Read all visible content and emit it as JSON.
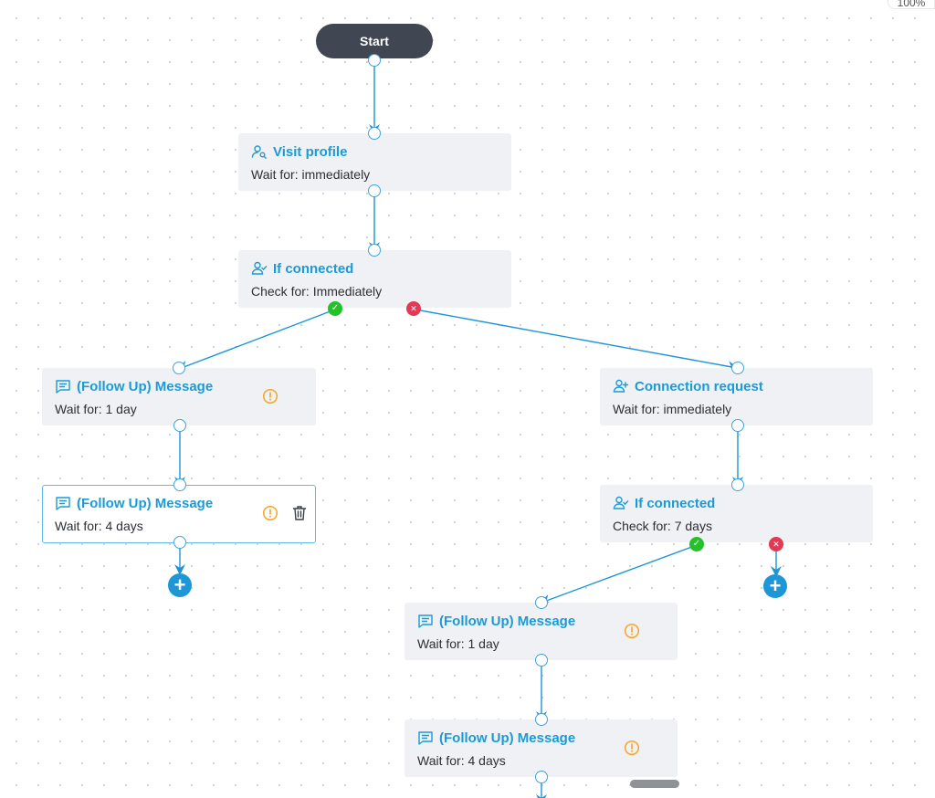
{
  "canvas": {
    "zoom_label": "100%"
  },
  "start": {
    "label": "Start"
  },
  "nodes": [
    {
      "title": "Visit profile",
      "sub": "Wait for: immediately",
      "icon": "user-search-icon"
    },
    {
      "title": "If connected",
      "sub": "Check for: Immediately",
      "icon": "user-check-icon"
    },
    {
      "title": "(Follow Up) Message",
      "sub": "Wait for: 1 day",
      "icon": "message-icon"
    },
    {
      "title": "Connection request",
      "sub": "Wait for: immediately",
      "icon": "user-plus-icon"
    },
    {
      "title": "(Follow Up) Message",
      "sub": "Wait for: 4 days",
      "icon": "message-icon"
    },
    {
      "title": "If connected",
      "sub": "Check for: 7 days",
      "icon": "user-check-icon"
    },
    {
      "title": "(Follow Up) Message",
      "sub": "Wait for: 1 day",
      "icon": "message-icon"
    },
    {
      "title": "(Follow Up) Message",
      "sub": "Wait for: 4 days",
      "icon": "message-icon"
    }
  ],
  "badges": {
    "yes": "✓",
    "no": "✕"
  },
  "add_button": {
    "label": "+"
  },
  "colors": {
    "accent": "#1a9bd7",
    "wire": "#1b95d8",
    "start_bg": "#404752",
    "node_bg": "#f0f1f4",
    "warning": "#f5a623",
    "yes": "#22c228",
    "no": "#e23a55"
  }
}
